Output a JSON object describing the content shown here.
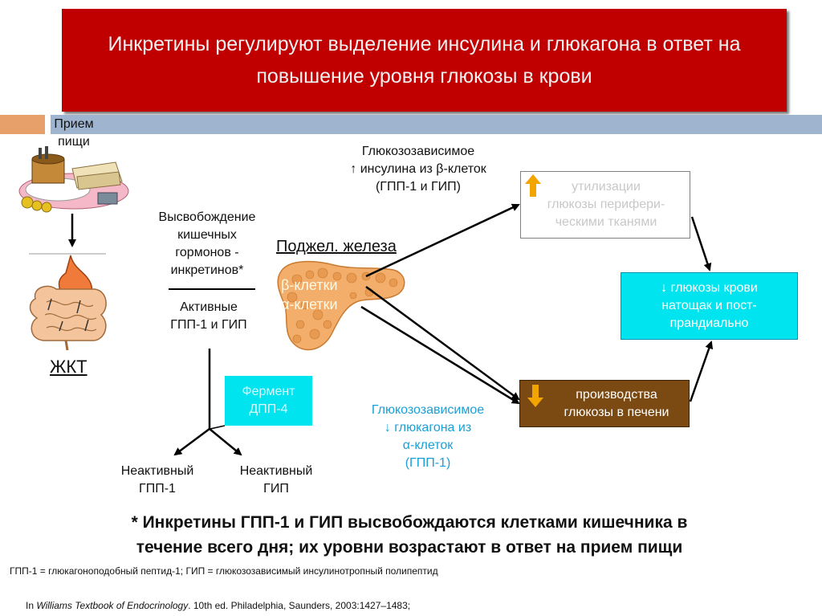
{
  "title": "Инкретины регулируют выделение инсулина и глюкагона в ответ на повышение уровня глюкозы в крови",
  "labels": {
    "intake_line1": "Прием",
    "intake_line2": "пищи",
    "gut": "ЖКТ",
    "release_line1": "Высвобождение",
    "release_line2": "кишечных",
    "release_line3": "гормонов -",
    "release_line4": "инкретинов*",
    "active_line1": "Активные",
    "active_line2": "ГПП-1 и ГИП",
    "pancreas": "Поджел. железа",
    "beta_cells": "β-клетки",
    "alpha_cells": "α-клетки",
    "insulin_line1": "Глюкозозависимое",
    "insulin_line2": "↑ инсулина из β-клеток",
    "insulin_line3": "(ГПП-1 и ГИП)",
    "glucagon_line1": "Глюкозозависимое",
    "glucagon_line2": "↓ глюкагона из",
    "glucagon_line3": "α-клеток",
    "glucagon_line4": "(ГПП-1)",
    "dpp_line1": "Фермент",
    "dpp_line2": "ДПП-4",
    "inactive_glp_line1": "Неактивный",
    "inactive_glp_line2": "ГПП-1",
    "inactive_gip_line1": "Неактивный",
    "inactive_gip_line2": "ГИП"
  },
  "boxes": {
    "util_line1": "утилизации",
    "util_line2": "глюкозы перифери-",
    "util_line3": "ческими тканями",
    "glucose_line1": "↓ глюкозы крови",
    "glucose_line2": "натощак и пост-",
    "glucose_line3": "прандиально",
    "liver_line1": "производства",
    "liver_line2": "глюкозы в печени"
  },
  "footnote": {
    "line1": "* Инкретины ГПП-1 и ГИП высвобождаются клетками кишечника в",
    "line2": "течение всего дня; их уровни возрастают в ответ на прием пищи"
  },
  "abbrev": "ГПП-1 = глюкагоноподобный пептид-1; ГИП = глюкозозависимый инсулинотропный полипептид",
  "reference": {
    "prefix": "In ",
    "book": "Williams Textbook of Endocrinology",
    "rest": ". 10th ed. Philadelphia, Saunders, 2003:1427–1483;"
  },
  "colors": {
    "title_bg": "#c00000",
    "box_cyan": "#00e4f0",
    "box_brown": "#7b4a12",
    "arrow_up": "#f2a500",
    "arrow_down": "#f2a500",
    "glucagon_text": "#1aa0d8"
  },
  "icons": [
    "food-illustration",
    "digestive-tract-illustration",
    "pancreas-illustration",
    "up-arrow-icon",
    "down-arrow-icon"
  ]
}
